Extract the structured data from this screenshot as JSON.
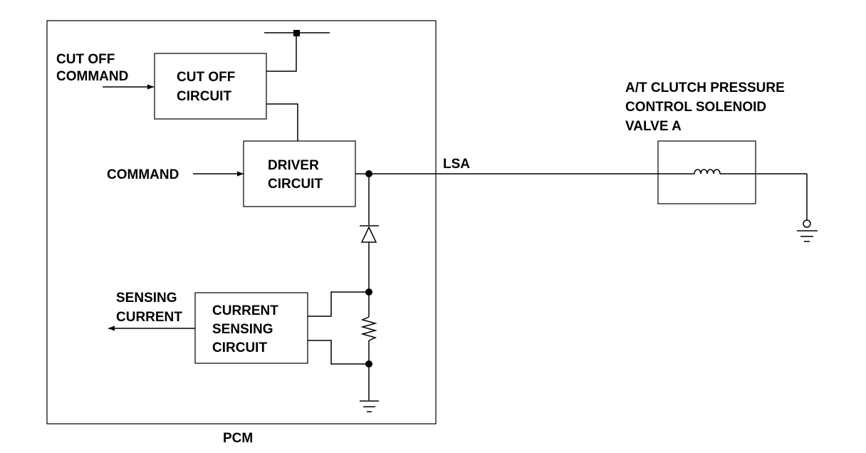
{
  "pcm": {
    "label": "PCM"
  },
  "cutoff_input": {
    "line1": "CUT OFF",
    "line2": "COMMAND"
  },
  "cutoff_circuit": {
    "line1": "CUT OFF",
    "line2": "CIRCUIT"
  },
  "command_input": {
    "label": "COMMAND"
  },
  "driver_circuit": {
    "line1": "DRIVER",
    "line2": "CIRCUIT"
  },
  "sensing_output": {
    "line1": "SENSING",
    "line2": "CURRENT"
  },
  "current_sensing_circuit": {
    "line1": "CURRENT",
    "line2": "SENSING",
    "line3": "CIRCUIT"
  },
  "signal_line": {
    "label": "LSA"
  },
  "solenoid": {
    "line1": "A/T CLUTCH PRESSURE",
    "line2": "CONTROL SOLENOID",
    "line3": "VALVE A"
  }
}
